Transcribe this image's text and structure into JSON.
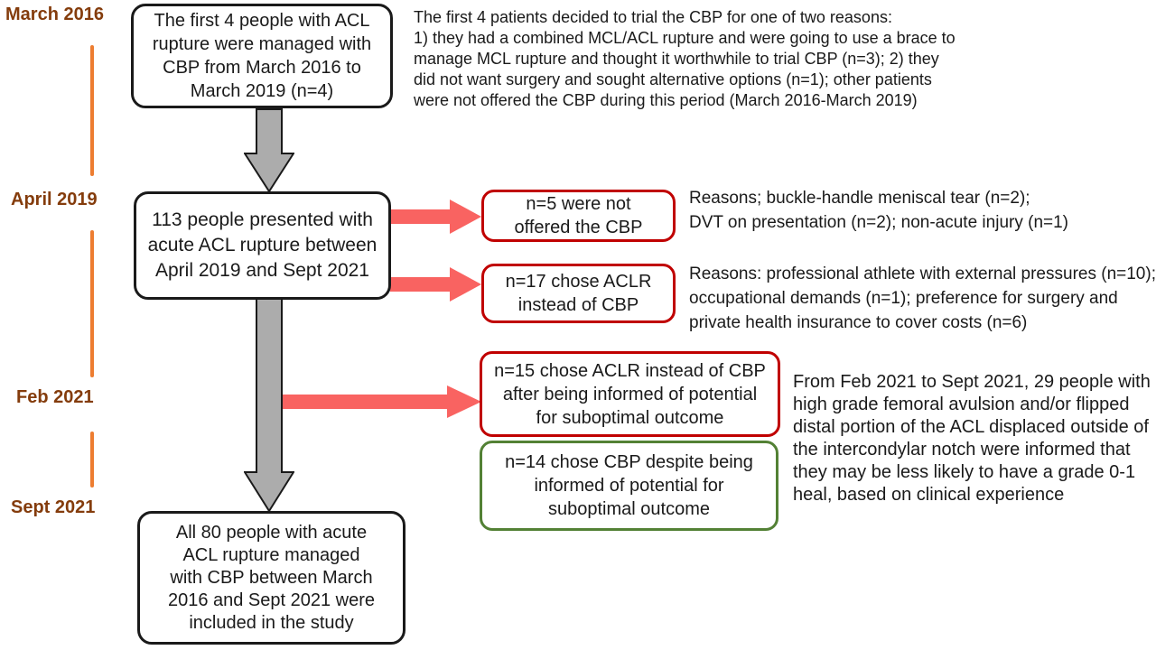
{
  "figure": {
    "kind": "study-flow-diagram",
    "topic": "ACL rupture managed with CBP (Cross Bracing Protocol) participant flow"
  },
  "colors": {
    "background": "#FFFFFF",
    "timeline_label": "#843C0C",
    "timeline_line": "#ED7D31",
    "flow_box_border": "#1A1A1A",
    "exclusion_box_border": "#C00000",
    "inclusion_box_border": "#538135",
    "gray_arrow_fill": "#ACACAC",
    "gray_arrow_stroke": "#1A1A1A",
    "red_arrow_fill": "#F96361",
    "text": "#1A1A1A"
  },
  "timeline": {
    "labels": [
      {
        "text": "March 2016"
      },
      {
        "text": "April 2019"
      },
      {
        "text": "Feb 2021"
      },
      {
        "text": "Sept 2021"
      }
    ]
  },
  "flow_boxes": {
    "first_four": "The first 4 people with ACL\nrupture were managed with\nCBP from March 2016 to\nMarch 2019 (n=4)",
    "presented_113": "113 people presented with\nacute ACL rupture between\nApril 2019 and Sept 2021",
    "included_80": "All 80 people with acute\nACL rupture managed\nwith CBP between March\n2016 and Sept 2021 were\nincluded in the study"
  },
  "exclusion_boxes": {
    "not_offered_5": "n=5 were not\noffered the CBP",
    "chose_aclr_17": "n=17 chose ACLR\ninstead of CBP",
    "chose_aclr_15": "n=15 chose ACLR instead of CBP\nafter being informed of potential\nfor suboptimal outcome"
  },
  "inclusion_boxes": {
    "chose_cbp_14": "n=14 chose CBP despite being\ninformed of potential for\nsuboptimal outcome"
  },
  "annotations": {
    "first_four_reasons": "The first 4 patients decided to trial the CBP for one of two reasons:\n1) they had a combined MCL/ACL rupture and were going to use a brace to\nmanage MCL rupture and thought it worthwhile to trial CBP (n=3); 2) they\ndid not want surgery and sought alternative options (n=1); other patients\nwere not offered the CBP during this period (March 2016-March 2019)",
    "not_offered_reasons": "Reasons; buckle-handle meniscal tear (n=2);\nDVT on presentation (n=2); non-acute injury (n=1)",
    "chose_aclr_reasons": "Reasons: professional athlete with external pressures (n=10);\noccupational demands (n=1); preference for surgery and\nprivate health insurance to cover costs (n=6)",
    "feb_2021_note": "From Feb 2021 to Sept 2021, 29 people with\nhigh grade femoral avulsion and/or flipped\ndistal portion of the ACL displaced outside of\nthe intercondylar notch were informed that\nthey may be less likely to have a grade 0-1\nheal, based on clinical experience"
  }
}
